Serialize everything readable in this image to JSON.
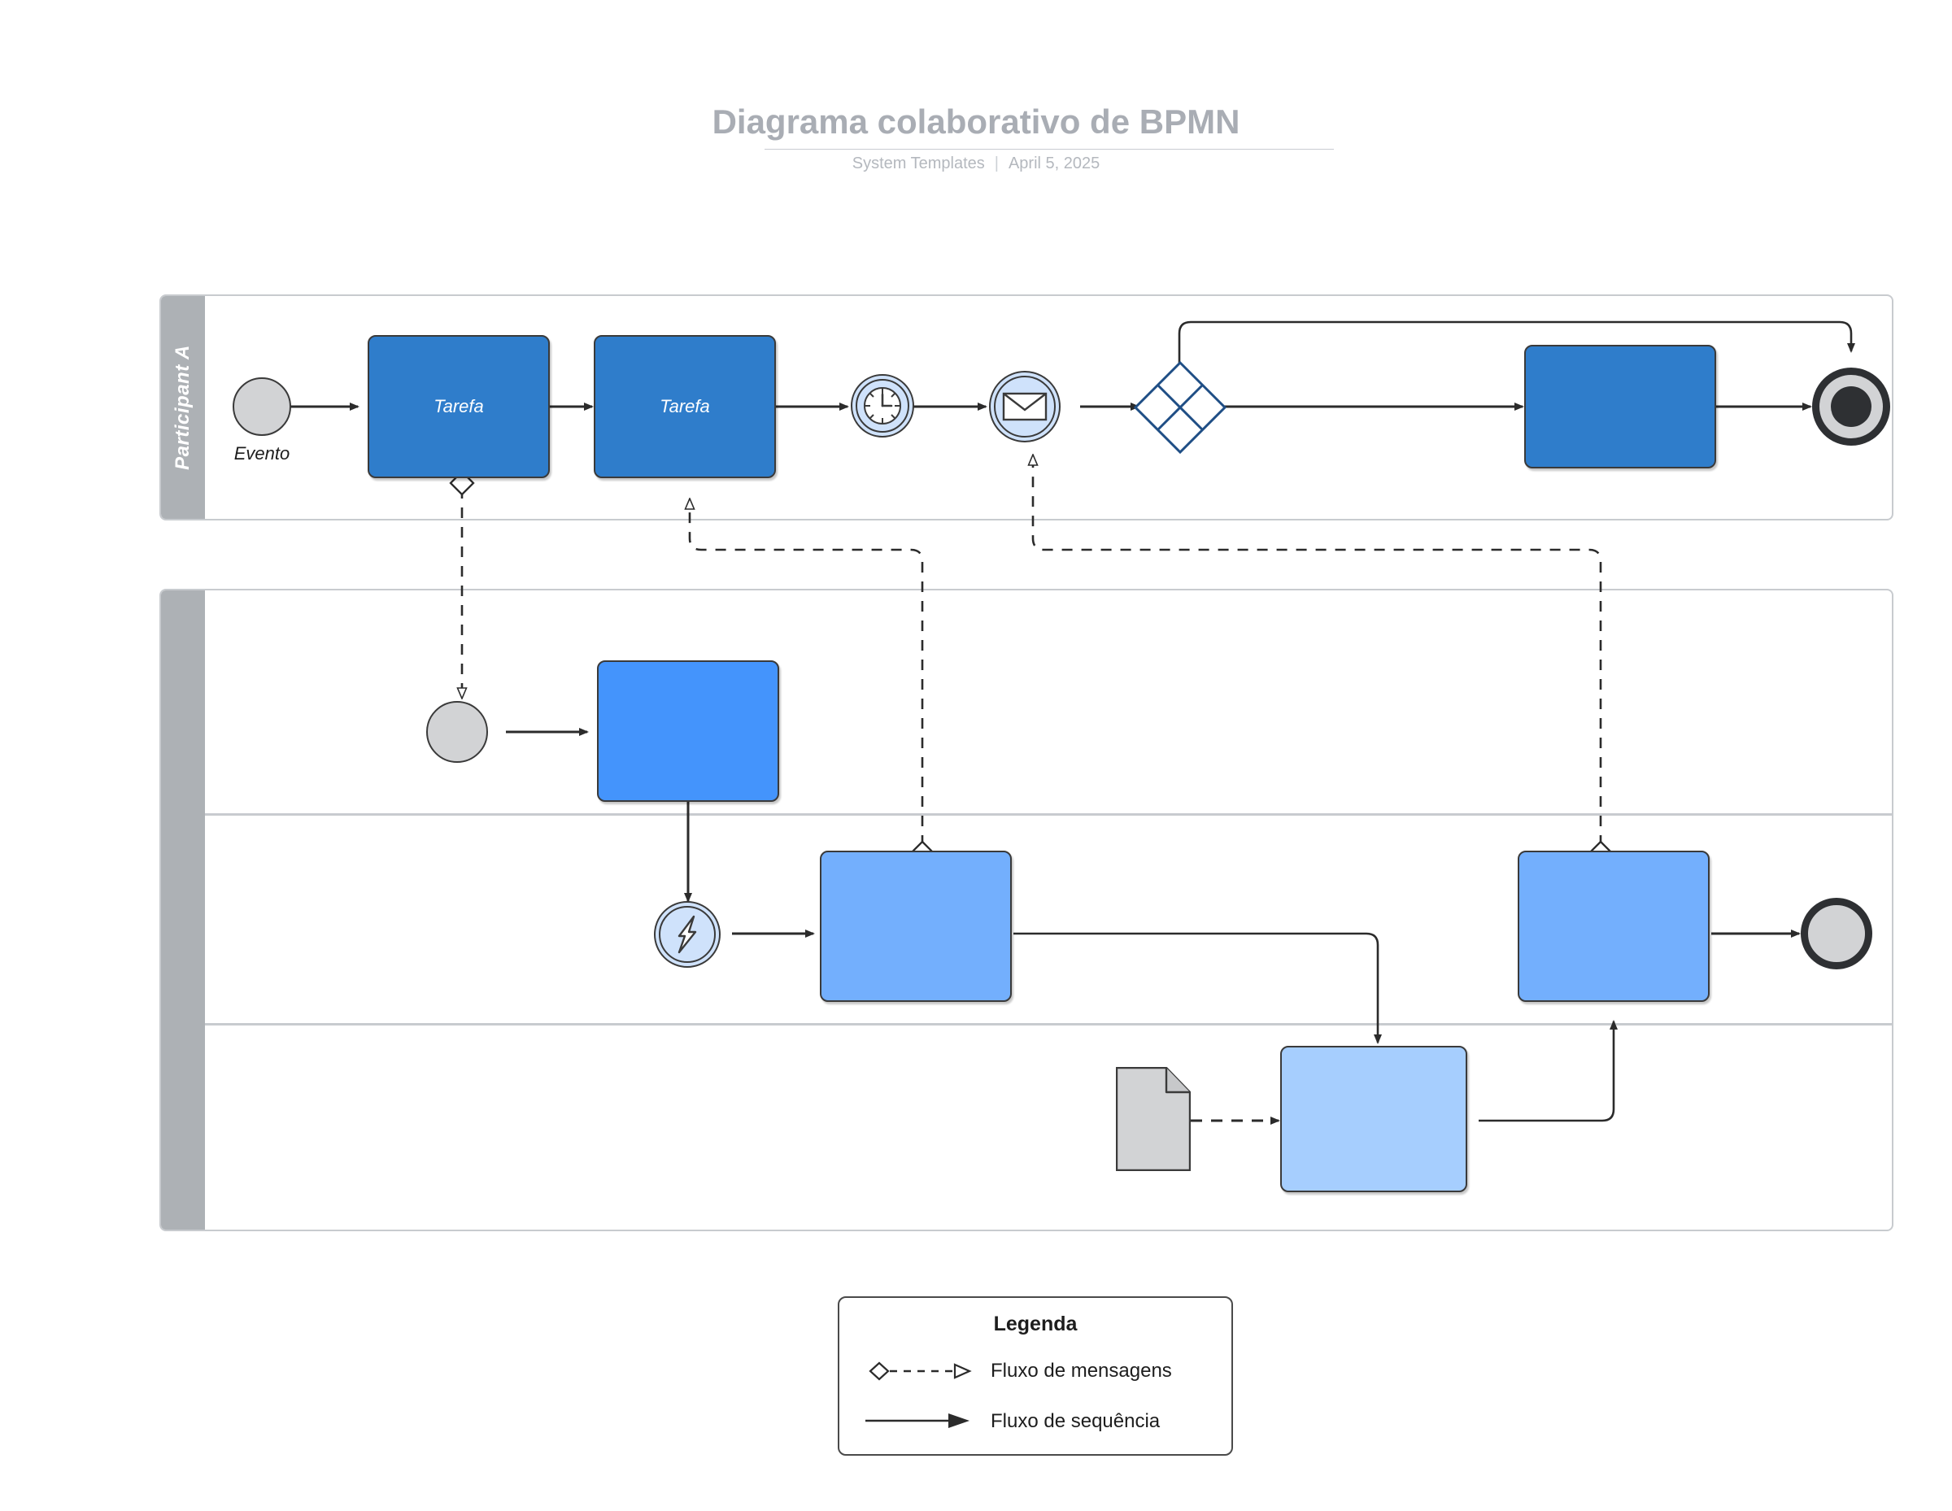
{
  "header": {
    "title": "Diagrama colaborativo de BPMN",
    "source": "System Templates",
    "separator": "|",
    "date": "April 5, 2025"
  },
  "colors": {
    "task_dark_blue": "#2F7DCB",
    "task_mid_blue": "#4494FC",
    "task_light_blue": "#73AFFD",
    "task_lightest_blue": "#A6CEFE",
    "pool_header_gray": "#ADB1B5",
    "pool_border_gray": "#C8CBCF",
    "event_gray_fill": "#D2D3D5",
    "event_blue_fill": "#CFE2FB",
    "gateway_stroke": "#1F4E85",
    "stroke_dark": "#3A3A3A",
    "title_gray": "#A9ADB4",
    "subtitle_gray": "#B4B8BE"
  },
  "pools": [
    {
      "id": "pool-a",
      "label": "Participant A",
      "lanes": 1
    },
    {
      "id": "pool-b",
      "label": "",
      "lanes": 3
    }
  ],
  "nodes": {
    "start_event_a": {
      "type": "start-event",
      "label": "Evento"
    },
    "task_a1": {
      "type": "task",
      "label": "Tarefa"
    },
    "task_a2": {
      "type": "task",
      "label": "Tarefa"
    },
    "timer_event": {
      "type": "intermediate-timer-event",
      "label": ""
    },
    "message_event": {
      "type": "intermediate-message-event",
      "label": ""
    },
    "gateway_a": {
      "type": "complex-gateway",
      "label": ""
    },
    "task_a3": {
      "type": "task",
      "label": ""
    },
    "end_event_a": {
      "type": "terminate-end-event",
      "label": ""
    },
    "start_event_b": {
      "type": "start-event",
      "label": ""
    },
    "task_b1": {
      "type": "task",
      "label": ""
    },
    "error_event": {
      "type": "intermediate-error-event",
      "label": ""
    },
    "task_b2": {
      "type": "task",
      "label": ""
    },
    "task_b3": {
      "type": "task",
      "label": ""
    },
    "task_b4": {
      "type": "task",
      "label": ""
    },
    "data_object": {
      "type": "data-object",
      "label": ""
    },
    "end_event_b": {
      "type": "end-event",
      "label": ""
    }
  },
  "legend": {
    "title": "Legenda",
    "items": [
      {
        "key": "message-flow",
        "label": "Fluxo de mensagens"
      },
      {
        "key": "sequence-flow",
        "label": "Fluxo de sequência"
      }
    ]
  }
}
